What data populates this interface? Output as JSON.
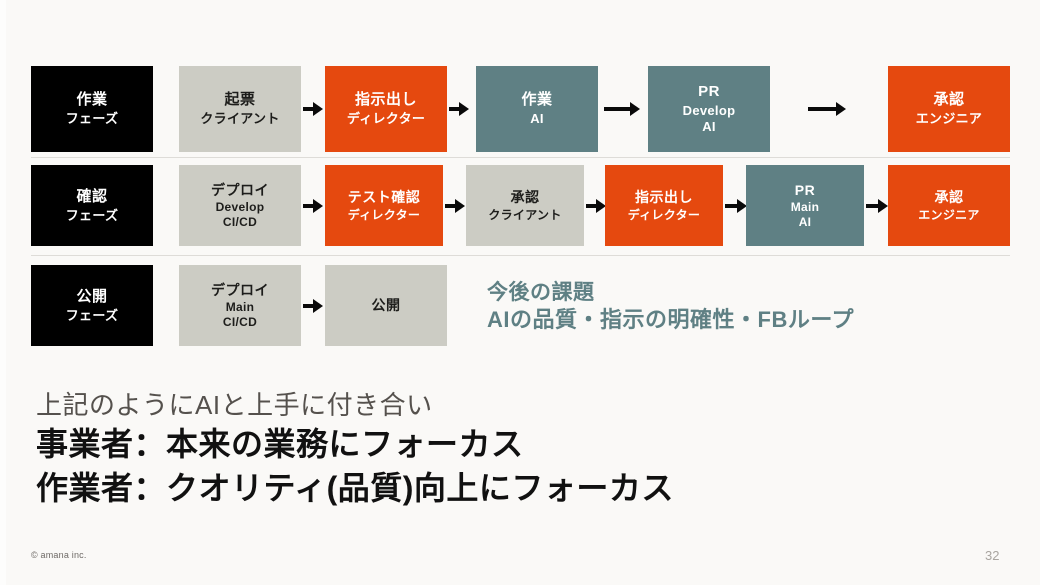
{
  "slide": {
    "background_color": "#faf9f7",
    "page_number": "32",
    "copyright": "© amana inc."
  },
  "palette": {
    "black": "#000000",
    "gray": "#ccccc4",
    "orange": "#e5490f",
    "teal": "#5f8084",
    "separator": "#dedcd8"
  },
  "flow": {
    "rows": [
      {
        "name": "work-phase",
        "label": {
          "line1": "作業",
          "line2": "フェーズ"
        },
        "steps": [
          {
            "line1": "起票",
            "line2": "クライアント",
            "line3": "",
            "fill": "gray"
          },
          {
            "line1": "指示出し",
            "line2": "ディレクター",
            "line3": "",
            "fill": "orange"
          },
          {
            "line1": "作業",
            "line2": "AI",
            "line3": "",
            "fill": "teal"
          },
          {
            "line1": "PR",
            "line2": "Develop",
            "line3": "AI",
            "fill": "teal"
          },
          {
            "line1": "承認",
            "line2": "エンジニア",
            "line3": "",
            "fill": "orange"
          }
        ]
      },
      {
        "name": "confirm-phase",
        "label": {
          "line1": "確認",
          "line2": "フェーズ"
        },
        "steps": [
          {
            "line1": "デプロイ",
            "line2": "Develop",
            "line3": "CI/CD",
            "fill": "gray"
          },
          {
            "line1": "テスト確認",
            "line2": "ディレクター",
            "line3": "",
            "fill": "orange"
          },
          {
            "line1": "承認",
            "line2": "クライアント",
            "line3": "",
            "fill": "gray"
          },
          {
            "line1": "指示出し",
            "line2": "ディレクター",
            "line3": "",
            "fill": "orange"
          },
          {
            "line1": "PR",
            "line2": "Main",
            "line3": "AI",
            "fill": "teal"
          },
          {
            "line1": "承認",
            "line2": "エンジニア",
            "line3": "",
            "fill": "orange"
          }
        ]
      },
      {
        "name": "release-phase",
        "label": {
          "line1": "公開",
          "line2": "フェーズ"
        },
        "steps": [
          {
            "line1": "デプロイ",
            "line2": "Main",
            "line3": "CI/CD",
            "fill": "gray"
          },
          {
            "line1": "公開",
            "line2": "",
            "line3": "",
            "fill": "gray"
          }
        ]
      }
    ]
  },
  "sidenote": {
    "line1": "今後の課題",
    "line2": "AIの品質・指示の明確性・FBループ",
    "color": "#5f8084"
  },
  "bottom": {
    "lead": "上記のようにAIと上手に付き合い",
    "line1": "事業者：本来の業務にフォーカス",
    "line2": "作業者：クオリティ(品質)向上にフォーカス"
  }
}
